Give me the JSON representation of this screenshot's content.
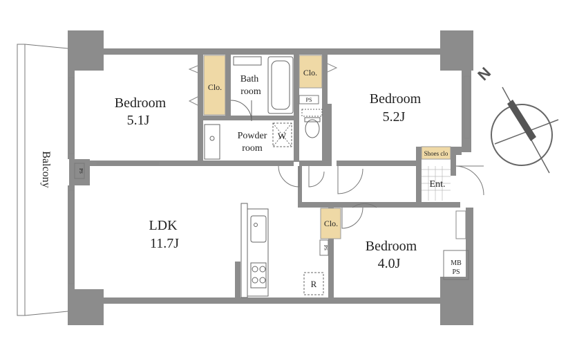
{
  "labels": {
    "balcony": "Balcony",
    "bedroom_nw": {
      "name": "Bedroom",
      "size": "5.1J"
    },
    "bedroom_ne": {
      "name": "Bedroom",
      "size": "5.2J"
    },
    "bedroom_s": {
      "name": "Bedroom",
      "size": "4.0J"
    },
    "bath": {
      "line1": "Bath",
      "line2": "room"
    },
    "powder": {
      "line1": "Powder",
      "line2": "room"
    },
    "ldk": {
      "name": "LDK",
      "size": "11.7J"
    },
    "closet": "Clo.",
    "shoes": "Shoes clo",
    "entrance": "Ent.",
    "ps": "PS",
    "mbps_1": "MB",
    "mbps_2": "PS",
    "washer": "W",
    "fridge": "R",
    "north": "N"
  },
  "colors": {
    "wall": "#8c8c8c",
    "closet_fill": "#efd9a6",
    "line": "#555555"
  }
}
